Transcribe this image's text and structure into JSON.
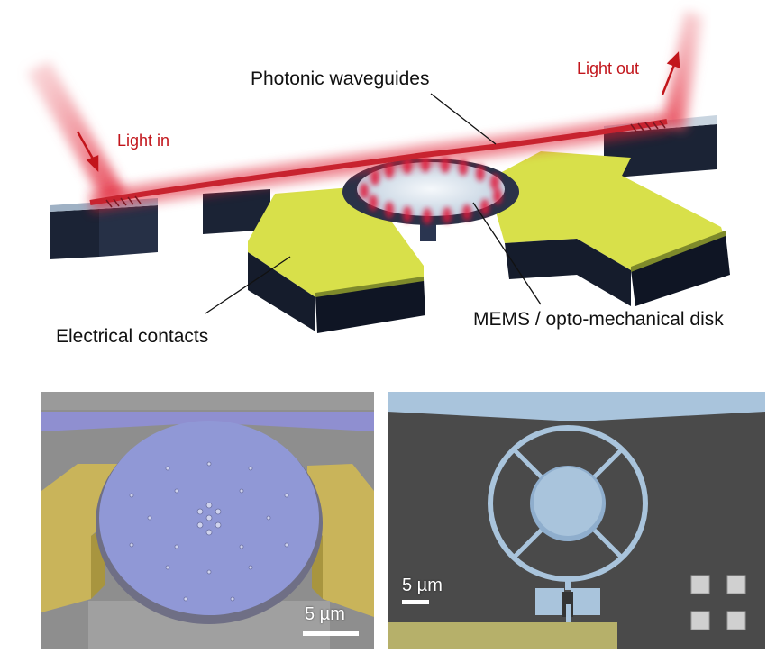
{
  "diagram": {
    "labels": {
      "light_in": "Light in",
      "light_out": "Light out",
      "photonic_waveguides": "Photonic waveguides",
      "electrical_contacts": "Electrical contacts",
      "mems_disk": "MEMS / opto-mechanical disk"
    },
    "colors": {
      "light": "#d6001c",
      "contacts": "#d8e04a",
      "substrate": "#172033",
      "disk": "#dde8f2",
      "label_red": "#c2151b"
    }
  },
  "micrographs": {
    "left": {
      "scale_label": "5 µm",
      "colors": {
        "disk": "#9098d6",
        "contacts": "#c9b45a",
        "background": "#8e8e8e"
      }
    },
    "right": {
      "scale_label": "5 µm",
      "colors": {
        "structure": "#a9c4dc",
        "substrate": "#4a4a4a",
        "pad": "#b6b06a"
      }
    }
  }
}
